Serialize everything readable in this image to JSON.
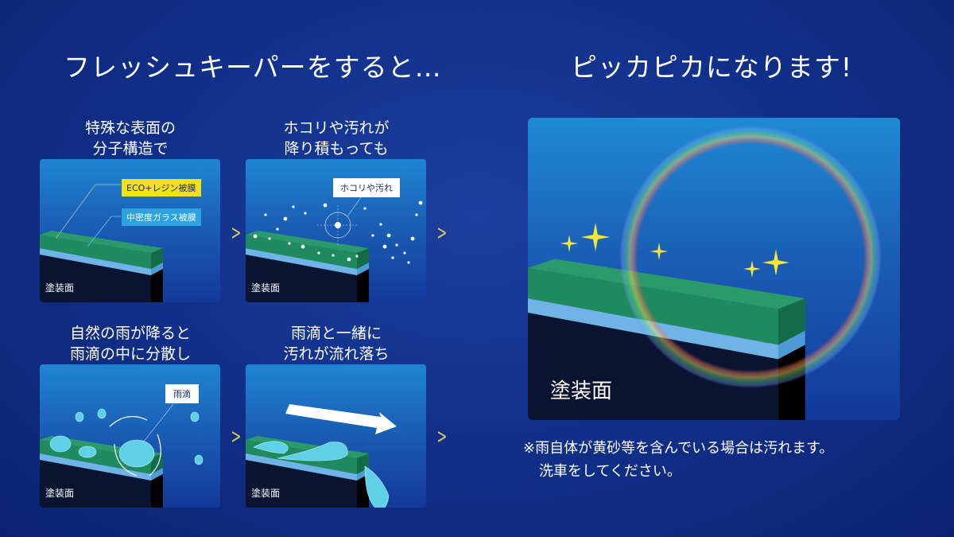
{
  "headings": {
    "left": "フレッシュキーパーをすると…",
    "right": "ピッカピカになります!"
  },
  "steps": [
    {
      "caption_line1": "特殊な表面の",
      "caption_line2": "分子構造で",
      "tags": [
        "ECO+レジン被膜",
        "中密度ガラス被膜"
      ],
      "base_label": "塗装面"
    },
    {
      "caption_line1": "ホコリや汚れが",
      "caption_line2": "降り積もっても",
      "tags": [
        "ホコリや汚れ"
      ],
      "base_label": "塗装面"
    },
    {
      "caption_line1": "自然の雨が降ると",
      "caption_line2": "雨滴の中に分散し",
      "tags": [
        "雨滴"
      ],
      "base_label": "塗装面"
    },
    {
      "caption_line1": "雨滴と一緒に",
      "caption_line2": "汚れが流れ落ち",
      "tags": [],
      "base_label": "塗装面"
    }
  ],
  "result": {
    "base_label": "塗装面"
  },
  "note": {
    "line1": "※雨自体が黄砂等を含んでいる場合は汚れます。",
    "line2": "洗車をしてください。"
  },
  "icons": {
    "step_arrow": "chevron-right-icon",
    "sparkle": "sparkle-icon",
    "rainbow": "rainbow-ring-icon"
  },
  "colors": {
    "green_coat": "#1f8a5e",
    "glass_coat": "#6fb4e6",
    "eco_tag": "#f3e21b",
    "glass_tag": "#2aa3e0",
    "chevron": "#d9c85a",
    "sparkle": "#f5e63a"
  }
}
